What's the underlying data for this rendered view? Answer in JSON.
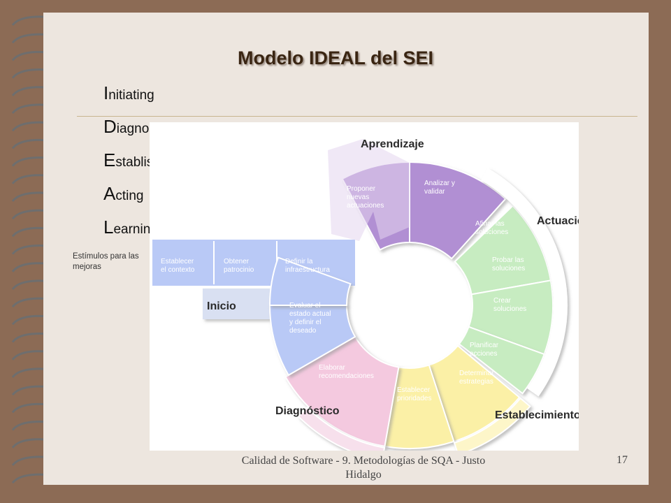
{
  "title": "Modelo IDEAL del SEI",
  "acronym": [
    {
      "letter": "I",
      "rest": "nitiating"
    },
    {
      "letter": "D",
      "rest": "iagnosing"
    },
    {
      "letter": "E",
      "rest": "stablishing"
    },
    {
      "letter": "A",
      "rest": "cting"
    },
    {
      "letter": "L",
      "rest": "earning"
    }
  ],
  "stimuli": "Estímulos para las mejoras",
  "phases": {
    "aprendizaje": "Aprendizaje",
    "actuaciones": "Actuaciones",
    "establecimiento": "Establecimiento",
    "diagnostico": "Diagnóstico",
    "inicio": "Inicio"
  },
  "steps": {
    "proponer": [
      "Proponer",
      "nuevas",
      "actuaciones"
    ],
    "analizar": [
      "Analizar y",
      "validar"
    ],
    "afinar": [
      "Afinar las",
      "soluciones"
    ],
    "probar": [
      "Probar las",
      "soluciones"
    ],
    "crear": [
      "Crear",
      "soluciones"
    ],
    "planificar": [
      "Planificar",
      "acciones"
    ],
    "determinar": [
      "Determinar",
      "estrategias"
    ],
    "establecer_prioridades": [
      "Establecer",
      "prioridades"
    ],
    "elaborar": [
      "Elaborar",
      "recomendaciones"
    ],
    "evaluar": [
      "Evaluar el",
      "estado actual",
      "y definir el",
      "deseado"
    ],
    "contexto": [
      "Establecer",
      "el contexto"
    ],
    "patrocinio": [
      "Obtener",
      "patrocinio"
    ],
    "infraestructura": [
      "Definir la",
      "infraestructura"
    ]
  },
  "colors": {
    "aprendizaje": "#b18fd3",
    "actuaciones": "#c7ecc1",
    "establecimiento": "#fbf0a6",
    "diagnostico": "#f4c9df",
    "inicio": "#b9c9f6"
  },
  "footer": {
    "text": "Calidad de Software - 9. Metodologías de SQA - Justo Hidalgo",
    "page": "17"
  }
}
